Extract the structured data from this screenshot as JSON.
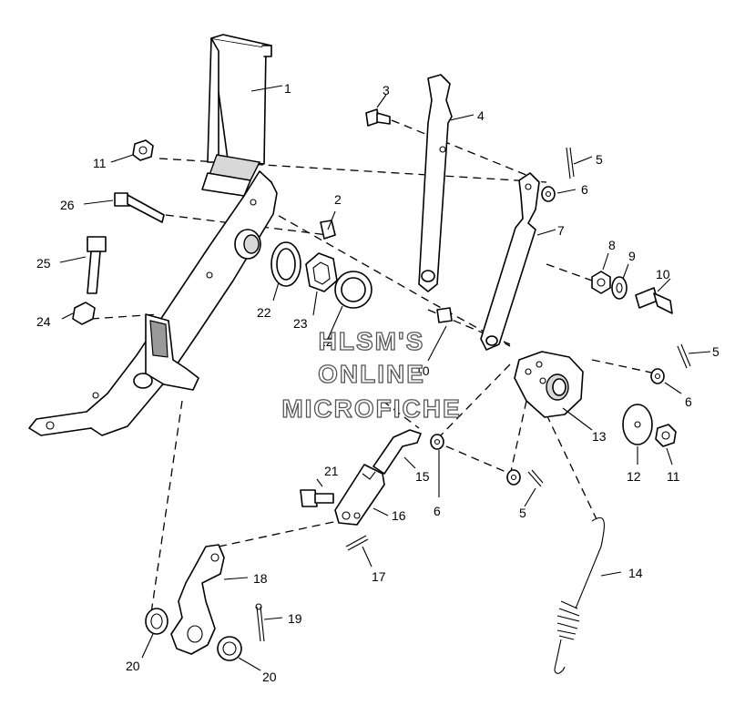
{
  "watermark": {
    "line1": "HLSM'S",
    "line2": "ONLINE",
    "line3": "MICROFICHE"
  },
  "callouts": {
    "c1": "1",
    "c2": "2",
    "c3": "3",
    "c4": "4",
    "c5a": "5",
    "c5b": "5",
    "c5c": "5",
    "c6a": "6",
    "c6b": "6",
    "c6c": "6",
    "c7": "7",
    "c8": "8",
    "c9": "9",
    "c10a": "10",
    "c10b": "10",
    "c11a": "11",
    "c11b": "11",
    "c12": "12",
    "c13": "13",
    "c14": "14",
    "c15": "15",
    "c16": "16",
    "c17": "17",
    "c18": "18",
    "c19": "19",
    "c20a": "20",
    "c20b": "20",
    "c21": "21",
    "c22a": "22",
    "c22b": "22",
    "c23": "23",
    "c24": "24",
    "c25": "25",
    "c26": "26"
  }
}
